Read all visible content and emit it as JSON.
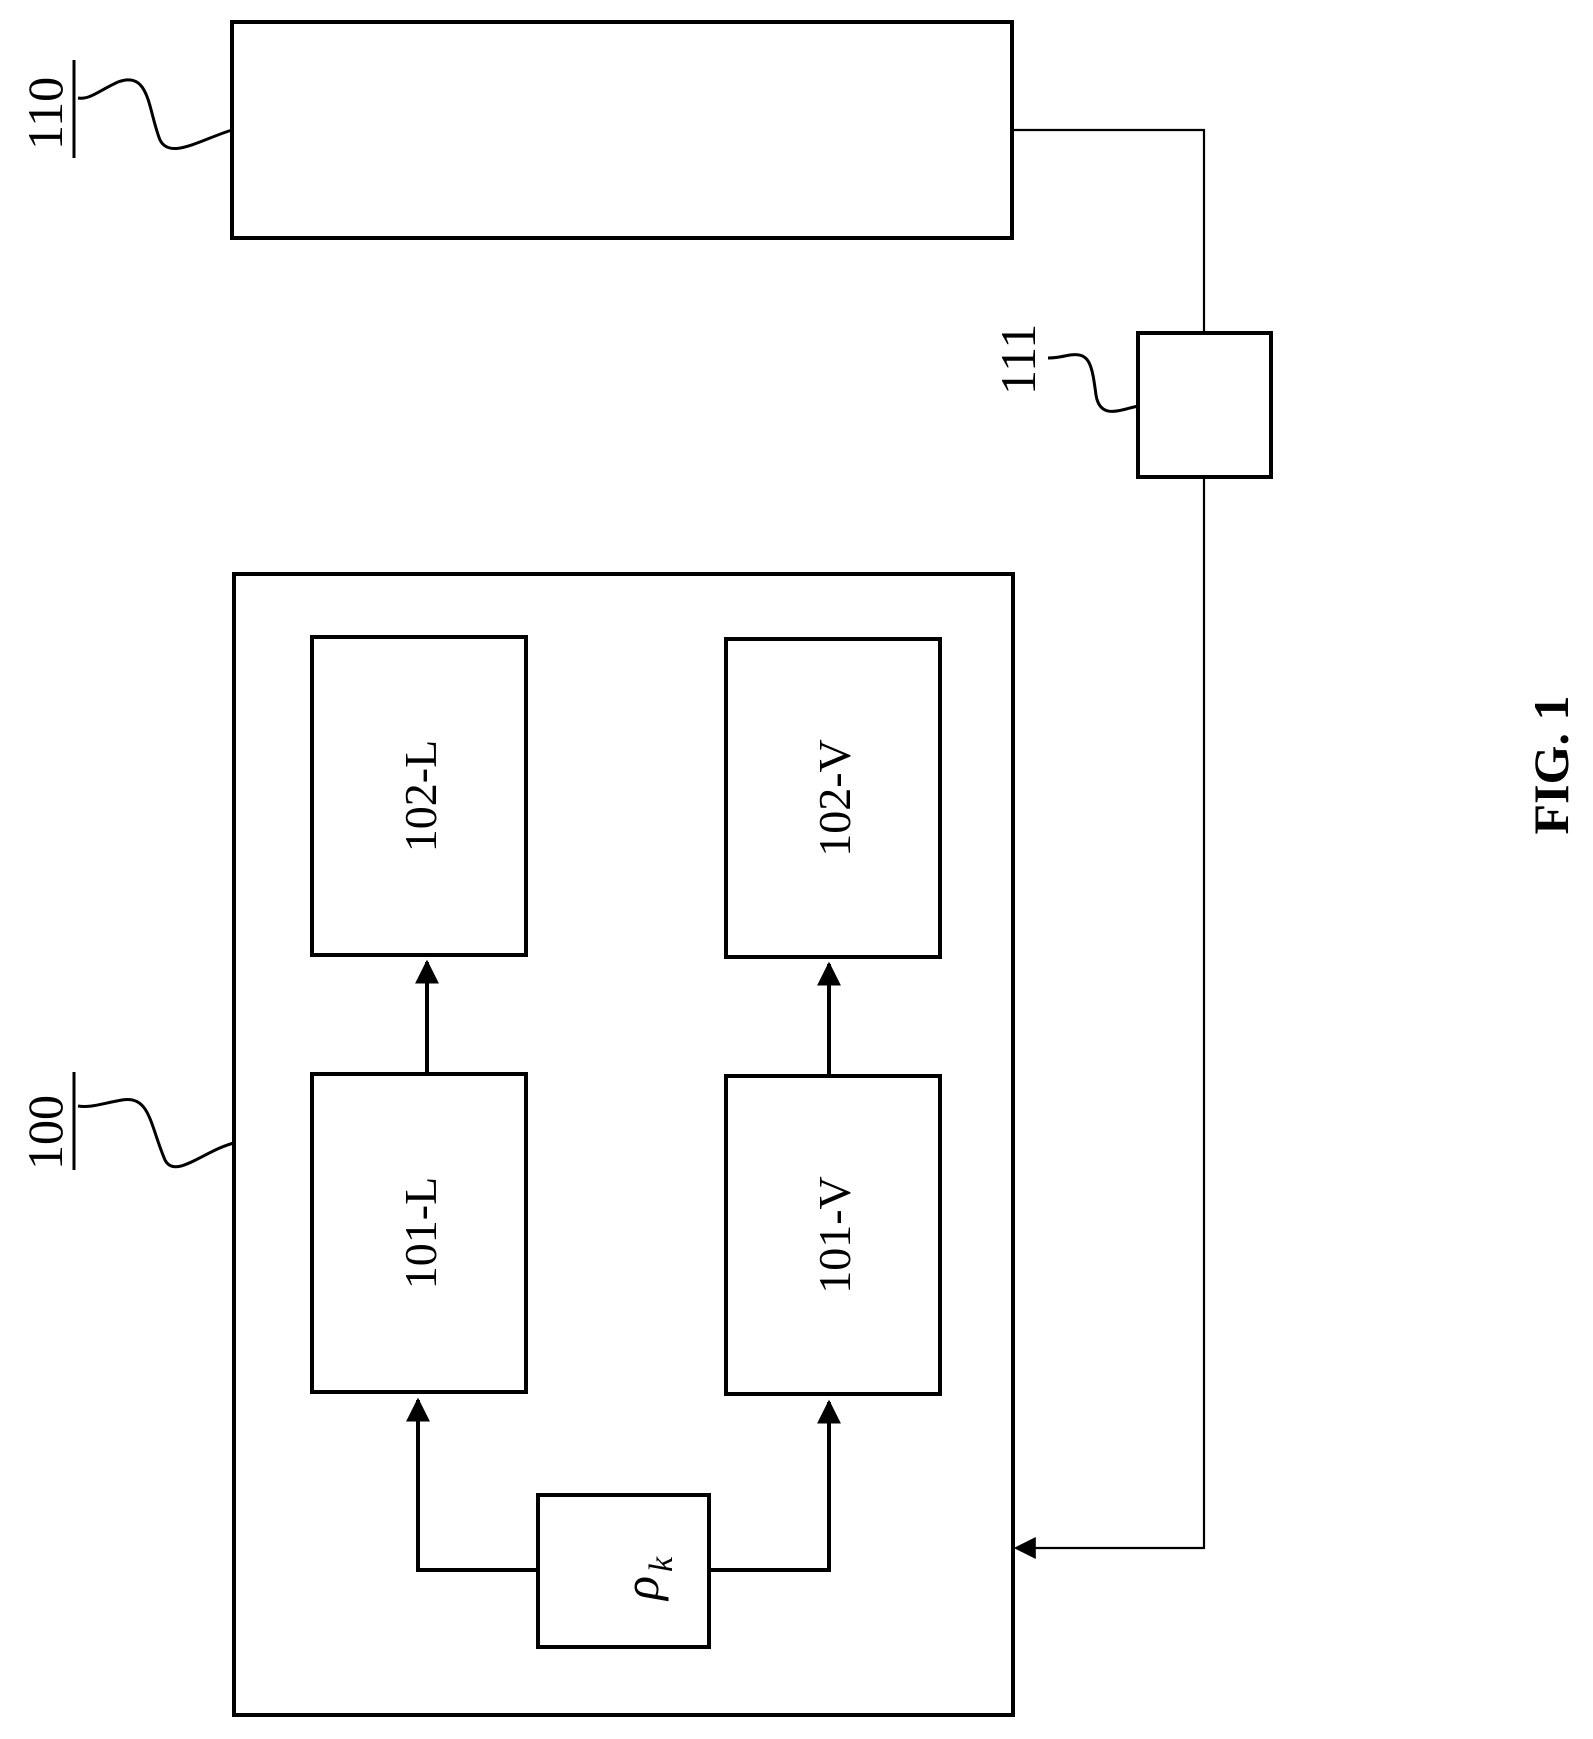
{
  "refs": {
    "r110": "110",
    "r111": "111",
    "r100": "100"
  },
  "blocks": {
    "b101L": "101-L",
    "b102L": "102-L",
    "b101V": "101-V",
    "b102V": "102-V",
    "rho_base": "ρ",
    "rho_sub": "k"
  },
  "figure": {
    "caption": "FIG. 1"
  }
}
